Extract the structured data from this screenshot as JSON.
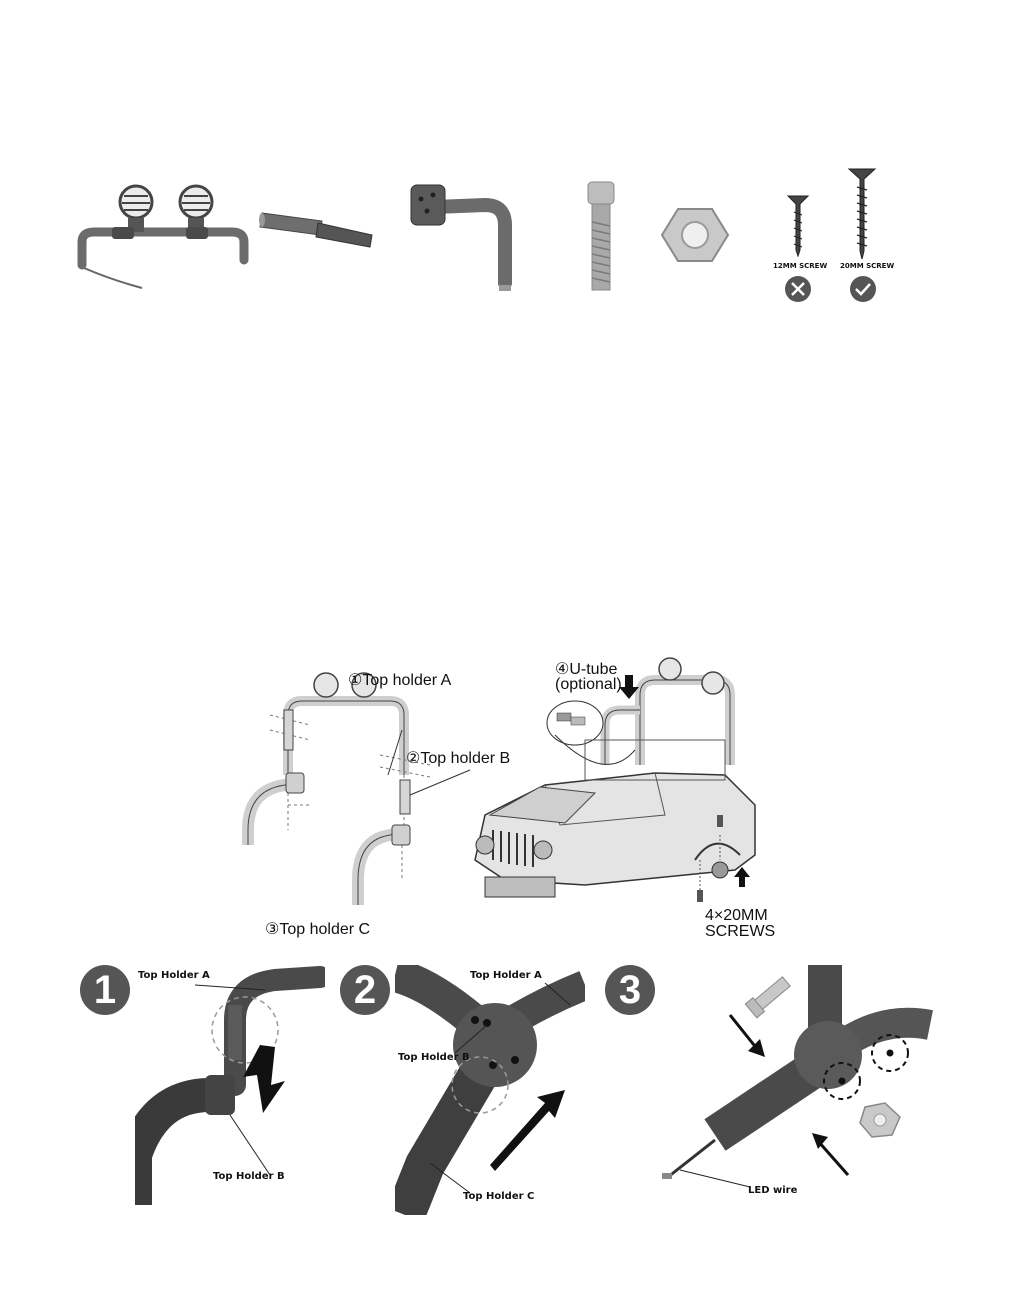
{
  "parts": {
    "screw_12mm_label": "12MM SCREW",
    "screw_20mm_label": "20MM SCREW",
    "wrong_mark_icon": "x-in-circle-icon",
    "right_mark_icon": "check-in-circle-icon"
  },
  "diagram": {
    "top_holder_a": "①Top holder A",
    "top_holder_b": "②Top holder B",
    "top_holder_c": "③Top holder C",
    "u_tube": "④U-tube",
    "u_tube_optional": "(optional)",
    "screws_line1": "4×20MM",
    "screws_line2": "SCREWS"
  },
  "steps": [
    {
      "number": "1",
      "label_a": "Top Holder A",
      "label_b": "Top Holder B"
    },
    {
      "number": "2",
      "label_a": "Top Holder A",
      "label_b": "Top Holder B",
      "label_c": "Top Holder C"
    },
    {
      "number": "3",
      "label_wire": "LED wire"
    }
  ],
  "colors": {
    "part_gray": "#6b6b6b",
    "dark_gray": "#3a3a3a",
    "step_circle": "#555555"
  }
}
